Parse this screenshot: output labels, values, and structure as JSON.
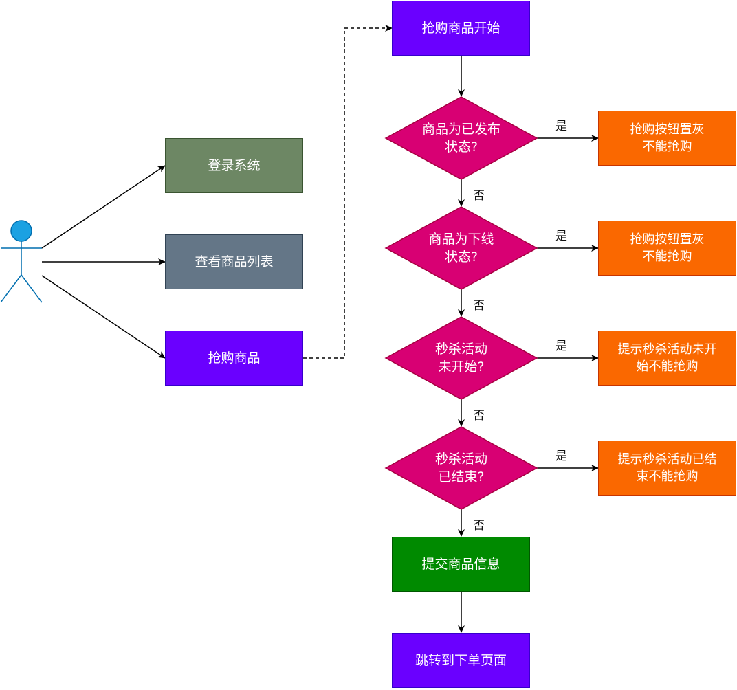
{
  "colors": {
    "login": "#6d8764",
    "login_border": "#3a5431",
    "list": "#647687",
    "list_border": "#314354",
    "purple": "#6a00ff",
    "purple_border": "#3700cc",
    "diamond": "#d80073",
    "diamond_border": "#a50040",
    "orange": "#fa6800",
    "orange_border": "#c73500",
    "green": "#008a00",
    "green_border": "#005700",
    "actor": "#1ba1e2",
    "actor_border": "#006eaf"
  },
  "actor": {
    "name": "user-actor"
  },
  "left_nodes": [
    {
      "id": "login",
      "label": "登录系统"
    },
    {
      "id": "view_list",
      "label": "查看商品列表"
    },
    {
      "id": "buy",
      "label": "抢购商品"
    }
  ],
  "flow": {
    "start": "抢购商品开始",
    "decisions": [
      {
        "question": "商品为已发布\n状态?",
        "yes_label": "是",
        "no_label": "否",
        "yes_result": "抢购按钮置灰\n不能抢购"
      },
      {
        "question": "商品为下线\n状态?",
        "yes_label": "是",
        "no_label": "否",
        "yes_result": "抢购按钮置灰\n不能抢购"
      },
      {
        "question": "秒杀活动\n未开始?",
        "yes_label": "是",
        "no_label": "否",
        "yes_result": "提示秒杀活动未开\n始不能抢购"
      },
      {
        "question": "秒杀活动\n已结束?",
        "yes_label": "是",
        "no_label": "否",
        "yes_result": "提示秒杀活动已结\n束不能抢购"
      }
    ],
    "submit": "提交商品信息",
    "end": "跳转到下单页面"
  }
}
